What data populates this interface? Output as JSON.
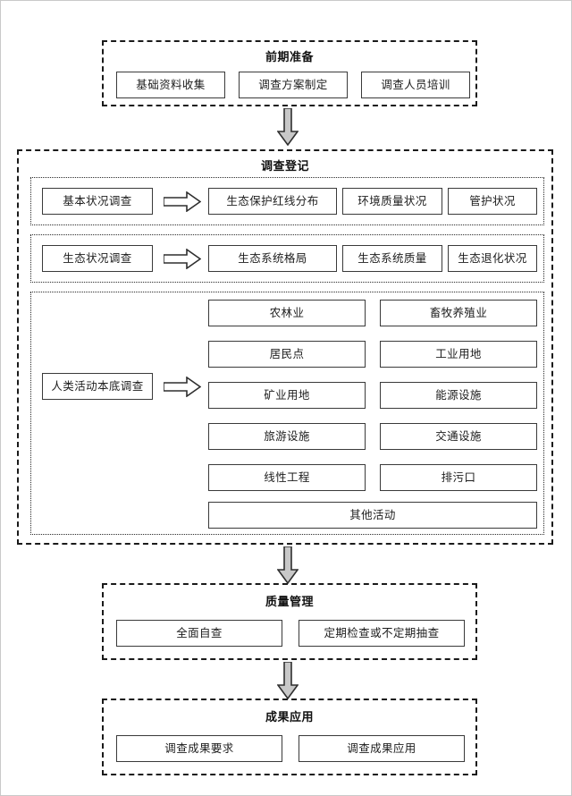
{
  "diagram": {
    "title_hidden": "",
    "colors": {
      "border": "#3a3a3a",
      "section_border": "#1a1a1a",
      "group_border": "#2b2b2b",
      "arrow_fill_vertical": "#c8c8c8",
      "arrow_fill_horizontal": "#ffffff",
      "arrow_stroke": "#2f2f2f",
      "text": "#1d1d1d",
      "page_border": "#c9c9c9"
    },
    "sections": [
      {
        "id": "preparation",
        "title": "前期准备",
        "boxes": [
          "基础资料收集",
          "调查方案制定",
          "调查人员培训"
        ]
      },
      {
        "id": "registration",
        "title": "调查登记",
        "groups": [
          {
            "id": "basic-status",
            "source": "基本状况调查",
            "arrow": "arrow-right",
            "targets": [
              "生态保护红线分布",
              "环境质量状况",
              "管护状况"
            ]
          },
          {
            "id": "ecological-status",
            "source": "生态状况调查",
            "arrow": "arrow-right",
            "targets": [
              "生态系统格局",
              "生态系统质量",
              "生态退化状况"
            ]
          },
          {
            "id": "human-activity",
            "source": "人类活动本底调查",
            "arrow": "arrow-right",
            "targets_grid": [
              [
                "农林业",
                "畜牧养殖业"
              ],
              [
                "居民点",
                "工业用地"
              ],
              [
                "矿业用地",
                "能源设施"
              ],
              [
                "旅游设施",
                "交通设施"
              ],
              [
                "线性工程",
                "排污口"
              ]
            ],
            "targets_full": [
              "其他活动"
            ]
          }
        ]
      },
      {
        "id": "quality-management",
        "title": "质量管理",
        "boxes": [
          "全面自查",
          "定期检查或不定期抽查"
        ]
      },
      {
        "id": "results-application",
        "title": "成果应用",
        "boxes": [
          "调查成果要求",
          "调查成果应用"
        ]
      }
    ],
    "connectors": [
      {
        "id": "prep-to-registration",
        "type": "arrow-down"
      },
      {
        "id": "registration-to-quality",
        "type": "arrow-down"
      },
      {
        "id": "quality-to-results",
        "type": "arrow-down"
      }
    ]
  }
}
